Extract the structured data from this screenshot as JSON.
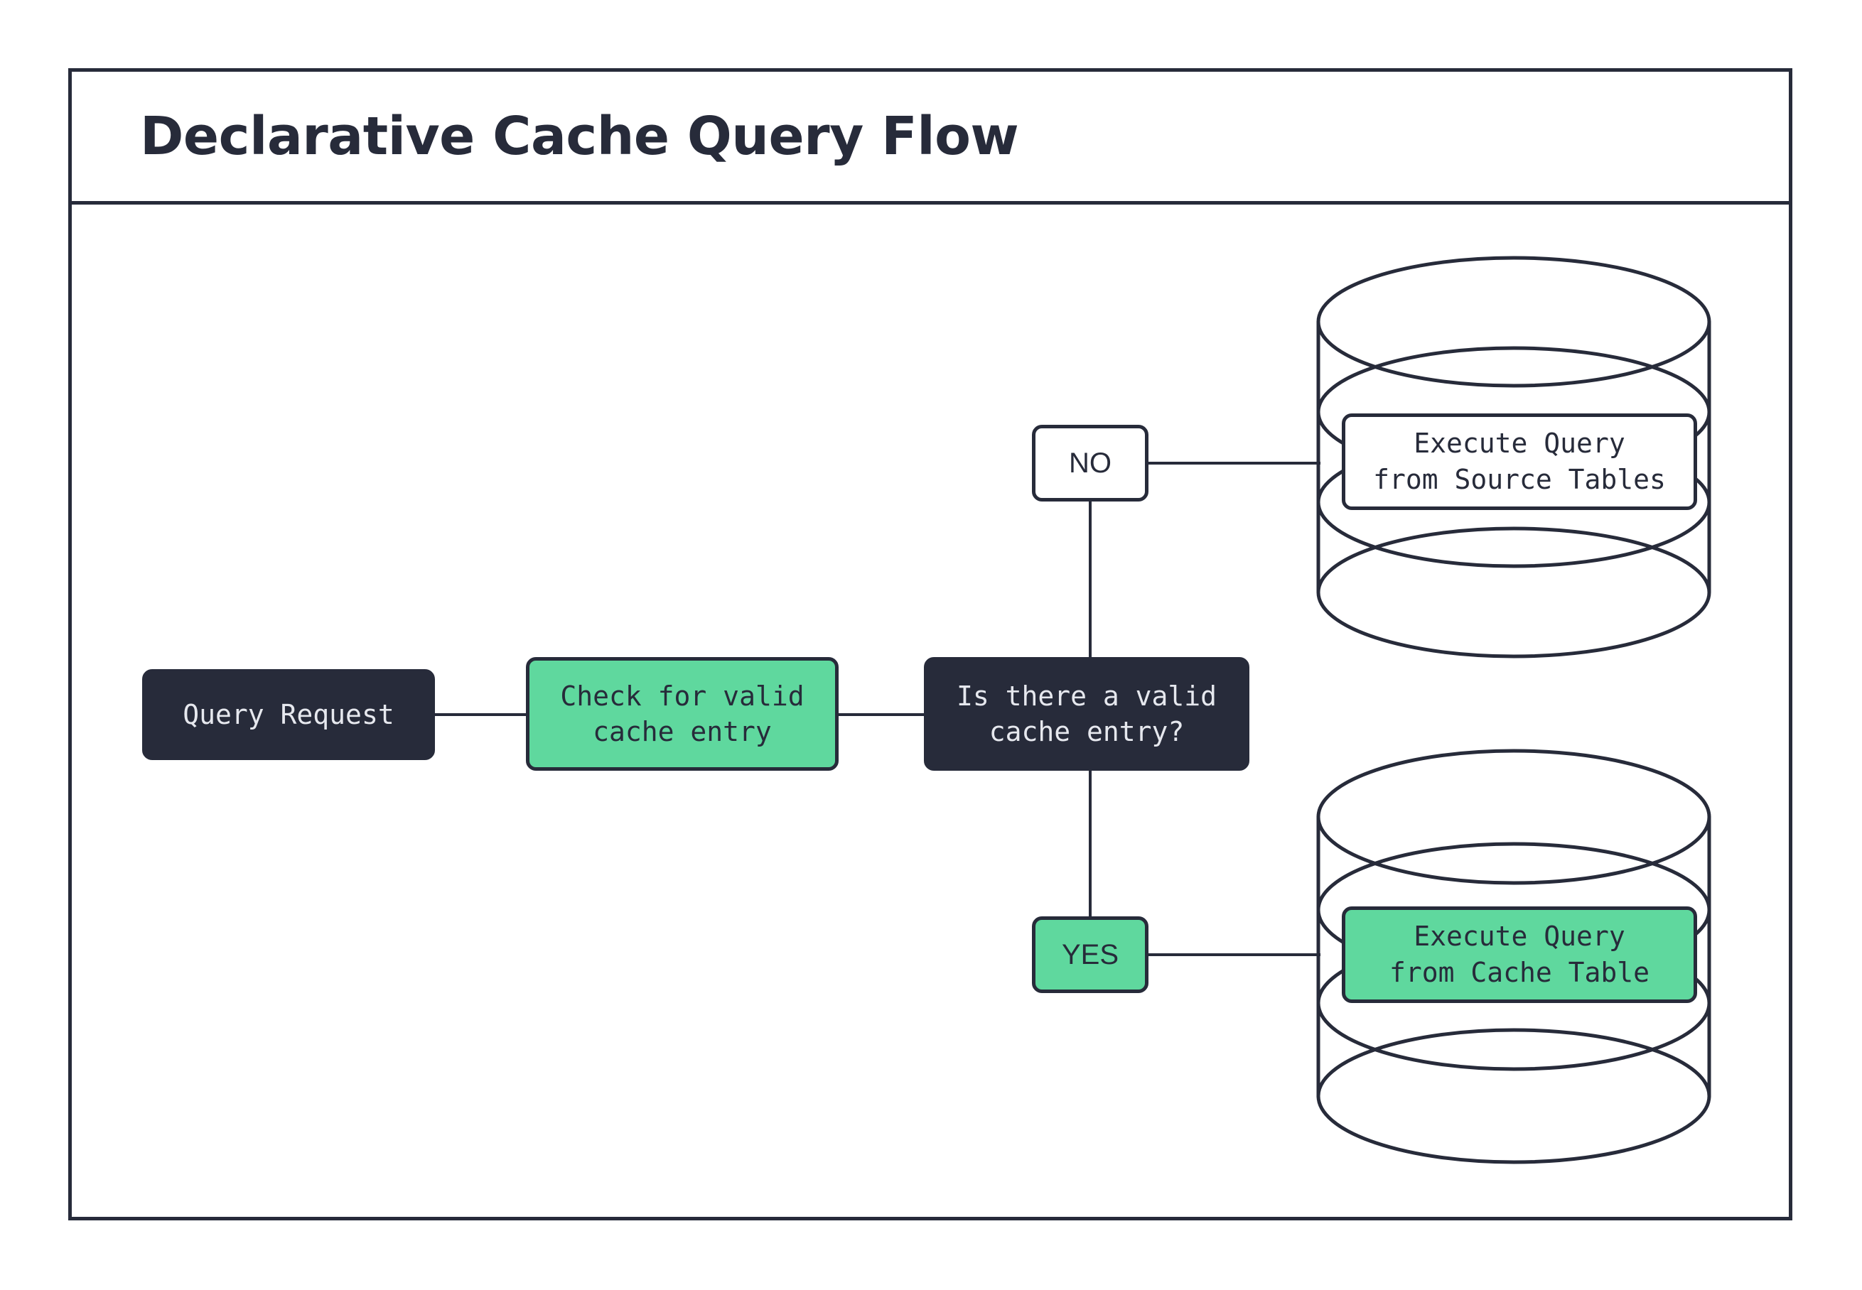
{
  "diagram": {
    "title": "Declarative Cache Query Flow",
    "colors": {
      "dark": "#272b3a",
      "green": "#5fd89e",
      "white": "#ffffff",
      "text_light": "#e6e8ee"
    },
    "nodes": [
      {
        "id": "query-request",
        "label": "Query Request",
        "style": "dark",
        "shape": "rounded-rect"
      },
      {
        "id": "check-cache",
        "label": "Check for valid\ncache entry",
        "style": "green",
        "shape": "rounded-rect"
      },
      {
        "id": "decision",
        "label": "Is there a valid\ncache entry?",
        "style": "dark",
        "shape": "rounded-rect"
      },
      {
        "id": "execute-source",
        "label": "Execute Query\nfrom Source Tables",
        "style": "white",
        "shape": "database-cylinder"
      },
      {
        "id": "execute-cache",
        "label": "Execute Query\nfrom Cache Table",
        "style": "green",
        "shape": "database-cylinder"
      }
    ],
    "branch_labels": {
      "no": "NO",
      "yes": "YES"
    },
    "edges": [
      {
        "from": "query-request",
        "to": "check-cache"
      },
      {
        "from": "check-cache",
        "to": "decision"
      },
      {
        "from": "decision",
        "to": "execute-source",
        "label": "NO"
      },
      {
        "from": "decision",
        "to": "execute-cache",
        "label": "YES"
      }
    ]
  }
}
